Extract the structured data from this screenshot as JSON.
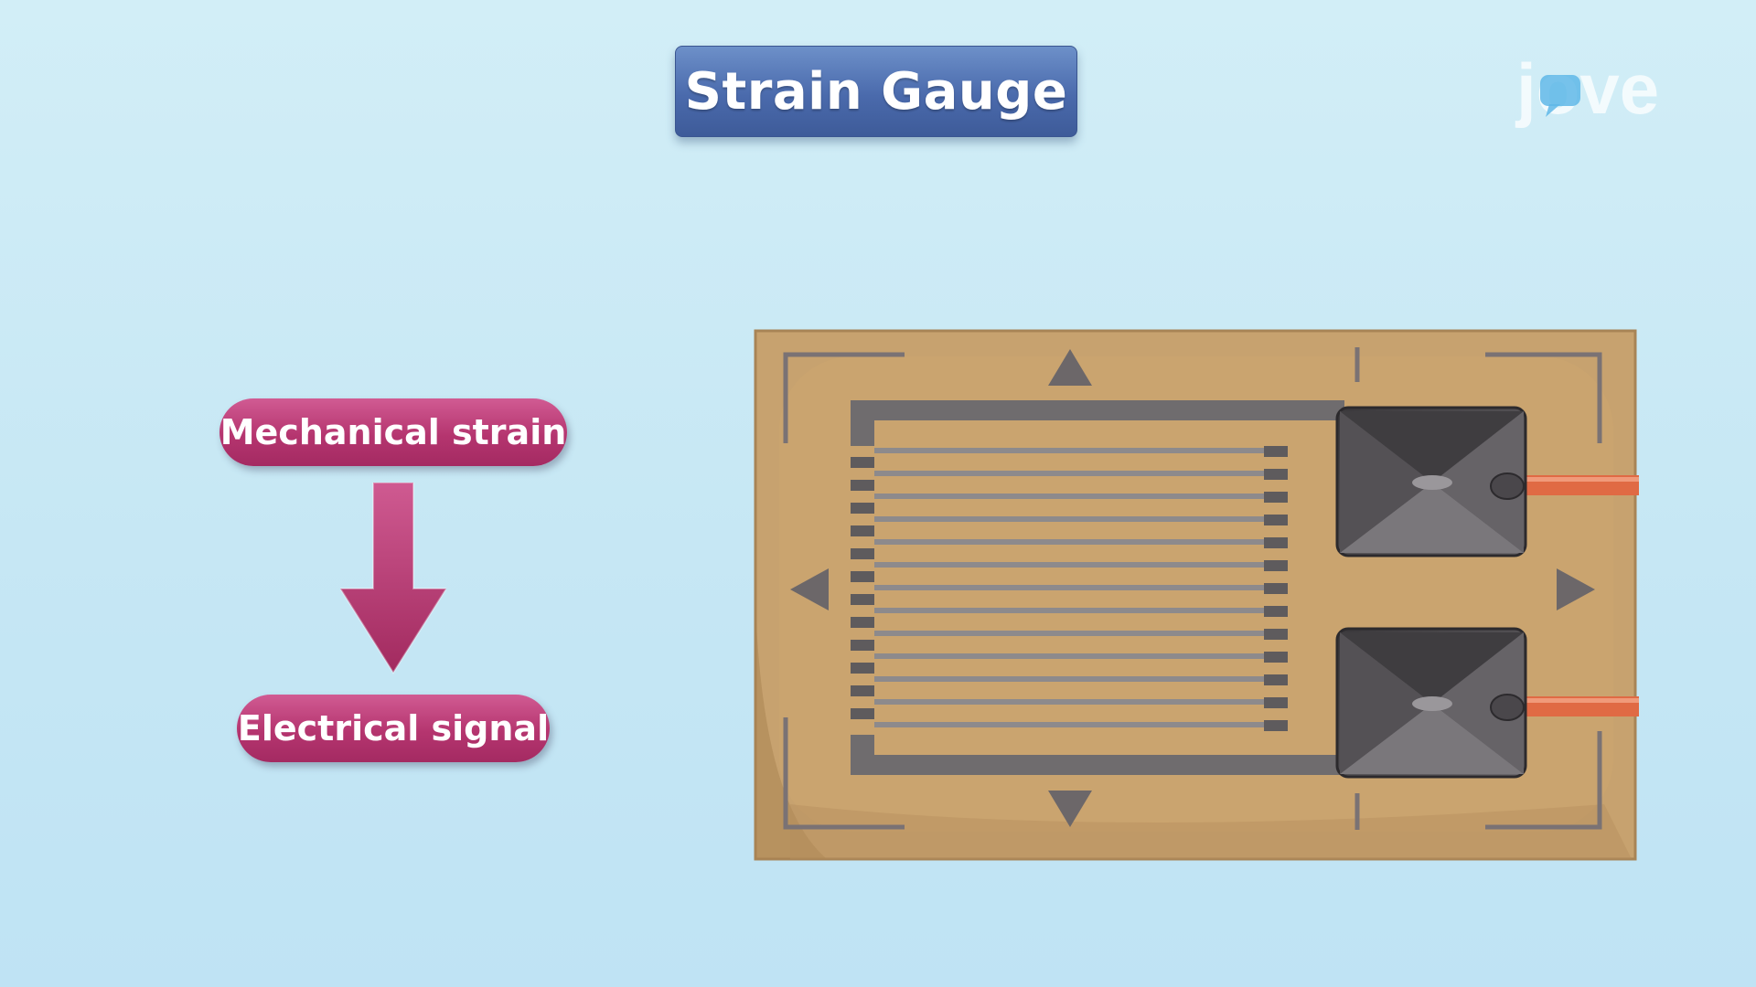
{
  "title": "Strain Gauge",
  "logo": {
    "text": "jove",
    "icon": "speech-bubble-icon"
  },
  "flow": {
    "input_label": "Mechanical strain",
    "output_label": "Electrical signal",
    "arrow_icon": "arrow-down-icon"
  },
  "gauge": {
    "grid_lines": 13,
    "solder_pads": 2,
    "lead_wires": 2,
    "direction_markers": [
      "arrow-up-icon",
      "arrow-down-icon",
      "arrow-left-icon",
      "arrow-right-icon"
    ]
  },
  "colors": {
    "background": "#c8e8f5",
    "title_box": "#4a6aac",
    "pill": "#b5356f",
    "backing": "#c8a06a",
    "grid_foil": "#6f6c6e",
    "pad": "#4a484b",
    "wire": "#e06a44"
  }
}
